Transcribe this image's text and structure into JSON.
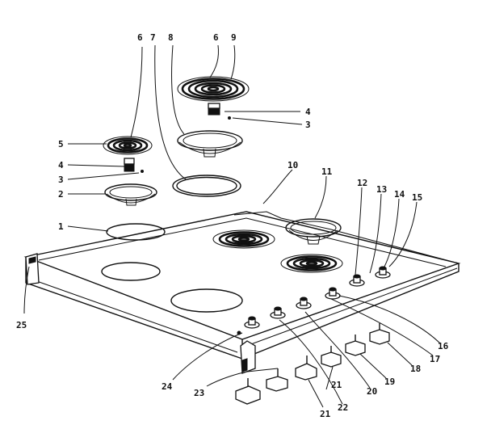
{
  "callouts": {
    "c1": "1",
    "c2": "2",
    "c3a": "3",
    "c3b": "3",
    "c4a": "4",
    "c4b": "4",
    "c5": "5",
    "c6a": "6",
    "c6b": "6",
    "c7": "7",
    "c8": "8",
    "c9": "9",
    "c10": "10",
    "c11": "11",
    "c12": "12",
    "c13": "13",
    "c14": "14",
    "c15": "15",
    "c16": "16",
    "c17": "17",
    "c18": "18",
    "c19": "19",
    "c20": "20",
    "c21a": "21",
    "c21b": "21",
    "c22": "22",
    "c23": "23",
    "c24": "24",
    "c25": "25"
  }
}
